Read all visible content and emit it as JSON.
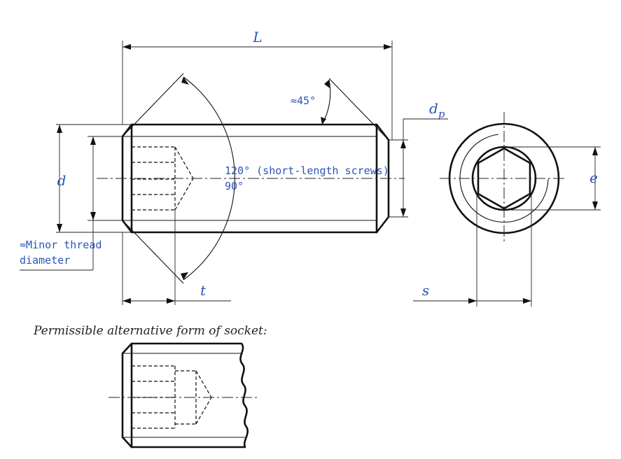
{
  "labels": {
    "length": "L",
    "diameter": "d",
    "point_diameter_base": "d",
    "point_diameter_sub": "p",
    "socket_depth": "t",
    "socket_width": "s",
    "socket_across_corners": "e",
    "angle_45": "≈45°",
    "angle_120": "120° (short-length screws)",
    "angle_90": "90°",
    "minor_thread_line1": "≈Minor thread",
    "minor_thread_line2": "diameter"
  },
  "caption": "Permissible alternative form of socket:",
  "colors": {
    "dimension_text": "#2b55b8",
    "outline": "#111111",
    "background": "#ffffff"
  }
}
